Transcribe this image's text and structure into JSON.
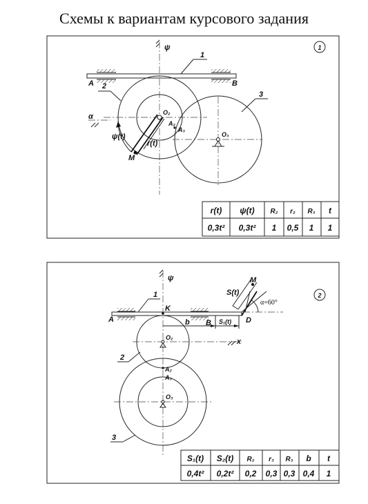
{
  "title": "Схемы к вариантам курсового задания",
  "variant1": {
    "number": "1",
    "labels": {
      "axis_psi": "ψ",
      "axis_alpha": "α",
      "point_A": "A",
      "point_B": "B",
      "leader_1": "1",
      "leader_2": "2",
      "leader_3": "3",
      "center_O2": "O₂",
      "center_O3": "O₃",
      "point_A2": "A₂",
      "point_A3": "A₃",
      "point_M": "M",
      "psi_t": "ψ(t)",
      "r_t": "r(t)"
    },
    "table": {
      "headers": [
        "r(t)",
        "ψ(t)",
        "R₂",
        "r₂",
        "R₃",
        "t"
      ],
      "values": [
        "0,3t²",
        "0,3t²",
        "1",
        "0,5",
        "1",
        "1"
      ]
    }
  },
  "variant2": {
    "number": "2",
    "labels": {
      "axis_psi": "ψ",
      "axis_x": "x",
      "point_A": "A",
      "point_K": "K",
      "point_B": "B",
      "point_D": "D",
      "point_M": "M",
      "leader_1": "1",
      "leader_2": "2",
      "leader_3": "3",
      "center_O2": "O₂",
      "center_O3": "O₃",
      "point_A2": "A₂",
      "point_A3": "A₃",
      "dim_b": "b",
      "s1_t": "S₁(t)",
      "s_t": "S(t)",
      "angle": "α=60°"
    },
    "table": {
      "headers": [
        "S₁(t)",
        "S₂(t)",
        "R₂",
        "r₃",
        "R₃",
        "b",
        "t"
      ],
      "values": [
        "0,4t²",
        "0,2t²",
        "0,2",
        "0,3",
        "0,3",
        "0,4",
        "1"
      ]
    }
  }
}
